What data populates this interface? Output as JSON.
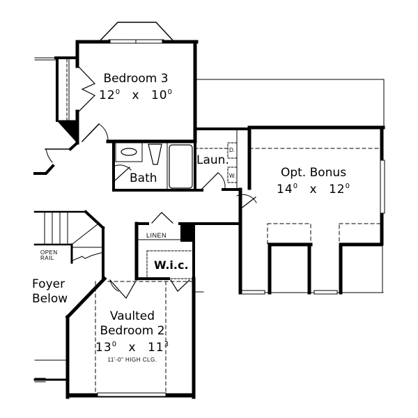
{
  "floor_plan": {
    "rooms": [
      {
        "id": "bedroom3",
        "name": "Bedroom 3",
        "dim_w": "12",
        "dim_w_in": "0",
        "dim_sep": "x",
        "dim_d": "10",
        "dim_d_in": "0"
      },
      {
        "id": "bath",
        "name": "Bath"
      },
      {
        "id": "laundry",
        "name": "Laun.",
        "appliances": [
          "D.",
          "W."
        ]
      },
      {
        "id": "opt_bonus",
        "name": "Opt. Bonus",
        "dim_w": "14",
        "dim_w_in": "0",
        "dim_sep": "x",
        "dim_d": "12",
        "dim_d_in": "0"
      },
      {
        "id": "linen",
        "name": "LINEN"
      },
      {
        "id": "wic",
        "name": "W.i.c."
      },
      {
        "id": "bedroom2",
        "name_line1": "Vaulted",
        "name_line2": "Bedroom 2",
        "dim_w": "13",
        "dim_w_in": "0",
        "dim_sep": "x",
        "dim_d": "11",
        "dim_d_in": "3",
        "note": "11'-0\" HIGH CLG."
      }
    ],
    "annotations": {
      "open_rail_line1": "OPEN",
      "open_rail_line2": "RAIL",
      "foyer_line1": "Foyer",
      "foyer_line2": "Below"
    }
  }
}
